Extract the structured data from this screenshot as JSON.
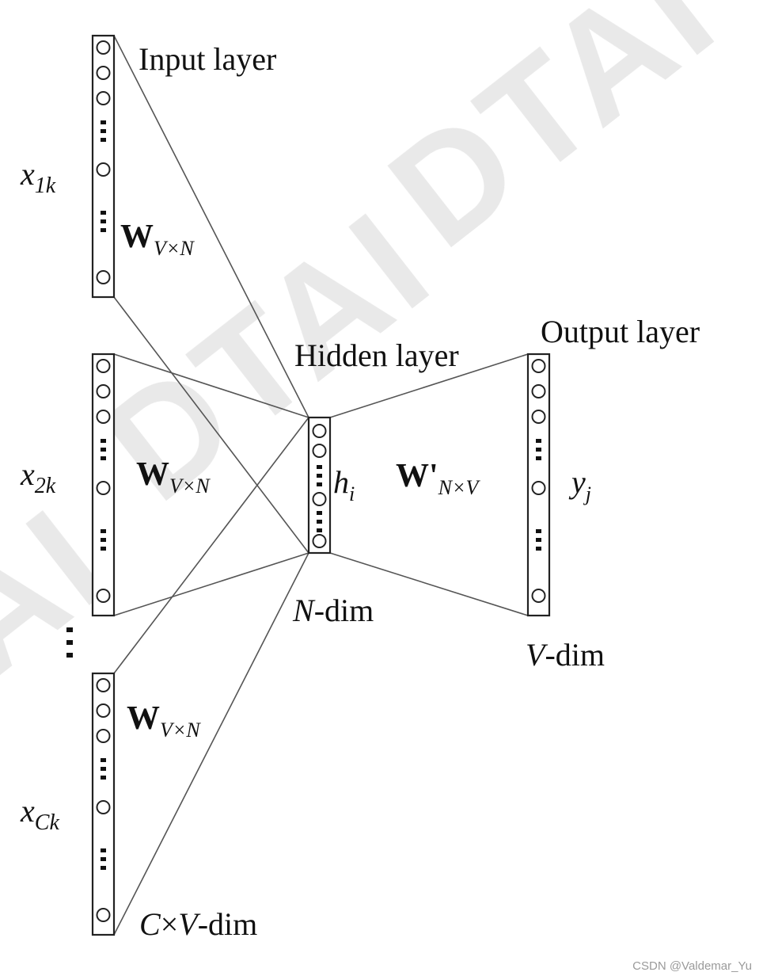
{
  "labels": {
    "input_layer": "Input layer",
    "hidden_layer": "Hidden layer",
    "output_layer": "Output layer",
    "n_dim_var": "N",
    "v_dim_var": "V",
    "c_var": "C",
    "times": "×",
    "dim_suffix": "-dim",
    "h": "h",
    "h_sub": "i",
    "y": "y",
    "y_sub": "j"
  },
  "inputs": [
    {
      "var": "x",
      "sub": "1k",
      "weight": "W",
      "weight_sub": "V×N"
    },
    {
      "var": "x",
      "sub": "2k",
      "weight": "W",
      "weight_sub": "V×N"
    },
    {
      "var": "x",
      "sub": "Ck",
      "weight": "W",
      "weight_sub": "V×N"
    }
  ],
  "output_weight": {
    "base": "W'",
    "sub": "N×V"
  },
  "between_dots": "⋮",
  "watermark": "DTAI",
  "credit": "CSDN @Valdemar_Yu"
}
